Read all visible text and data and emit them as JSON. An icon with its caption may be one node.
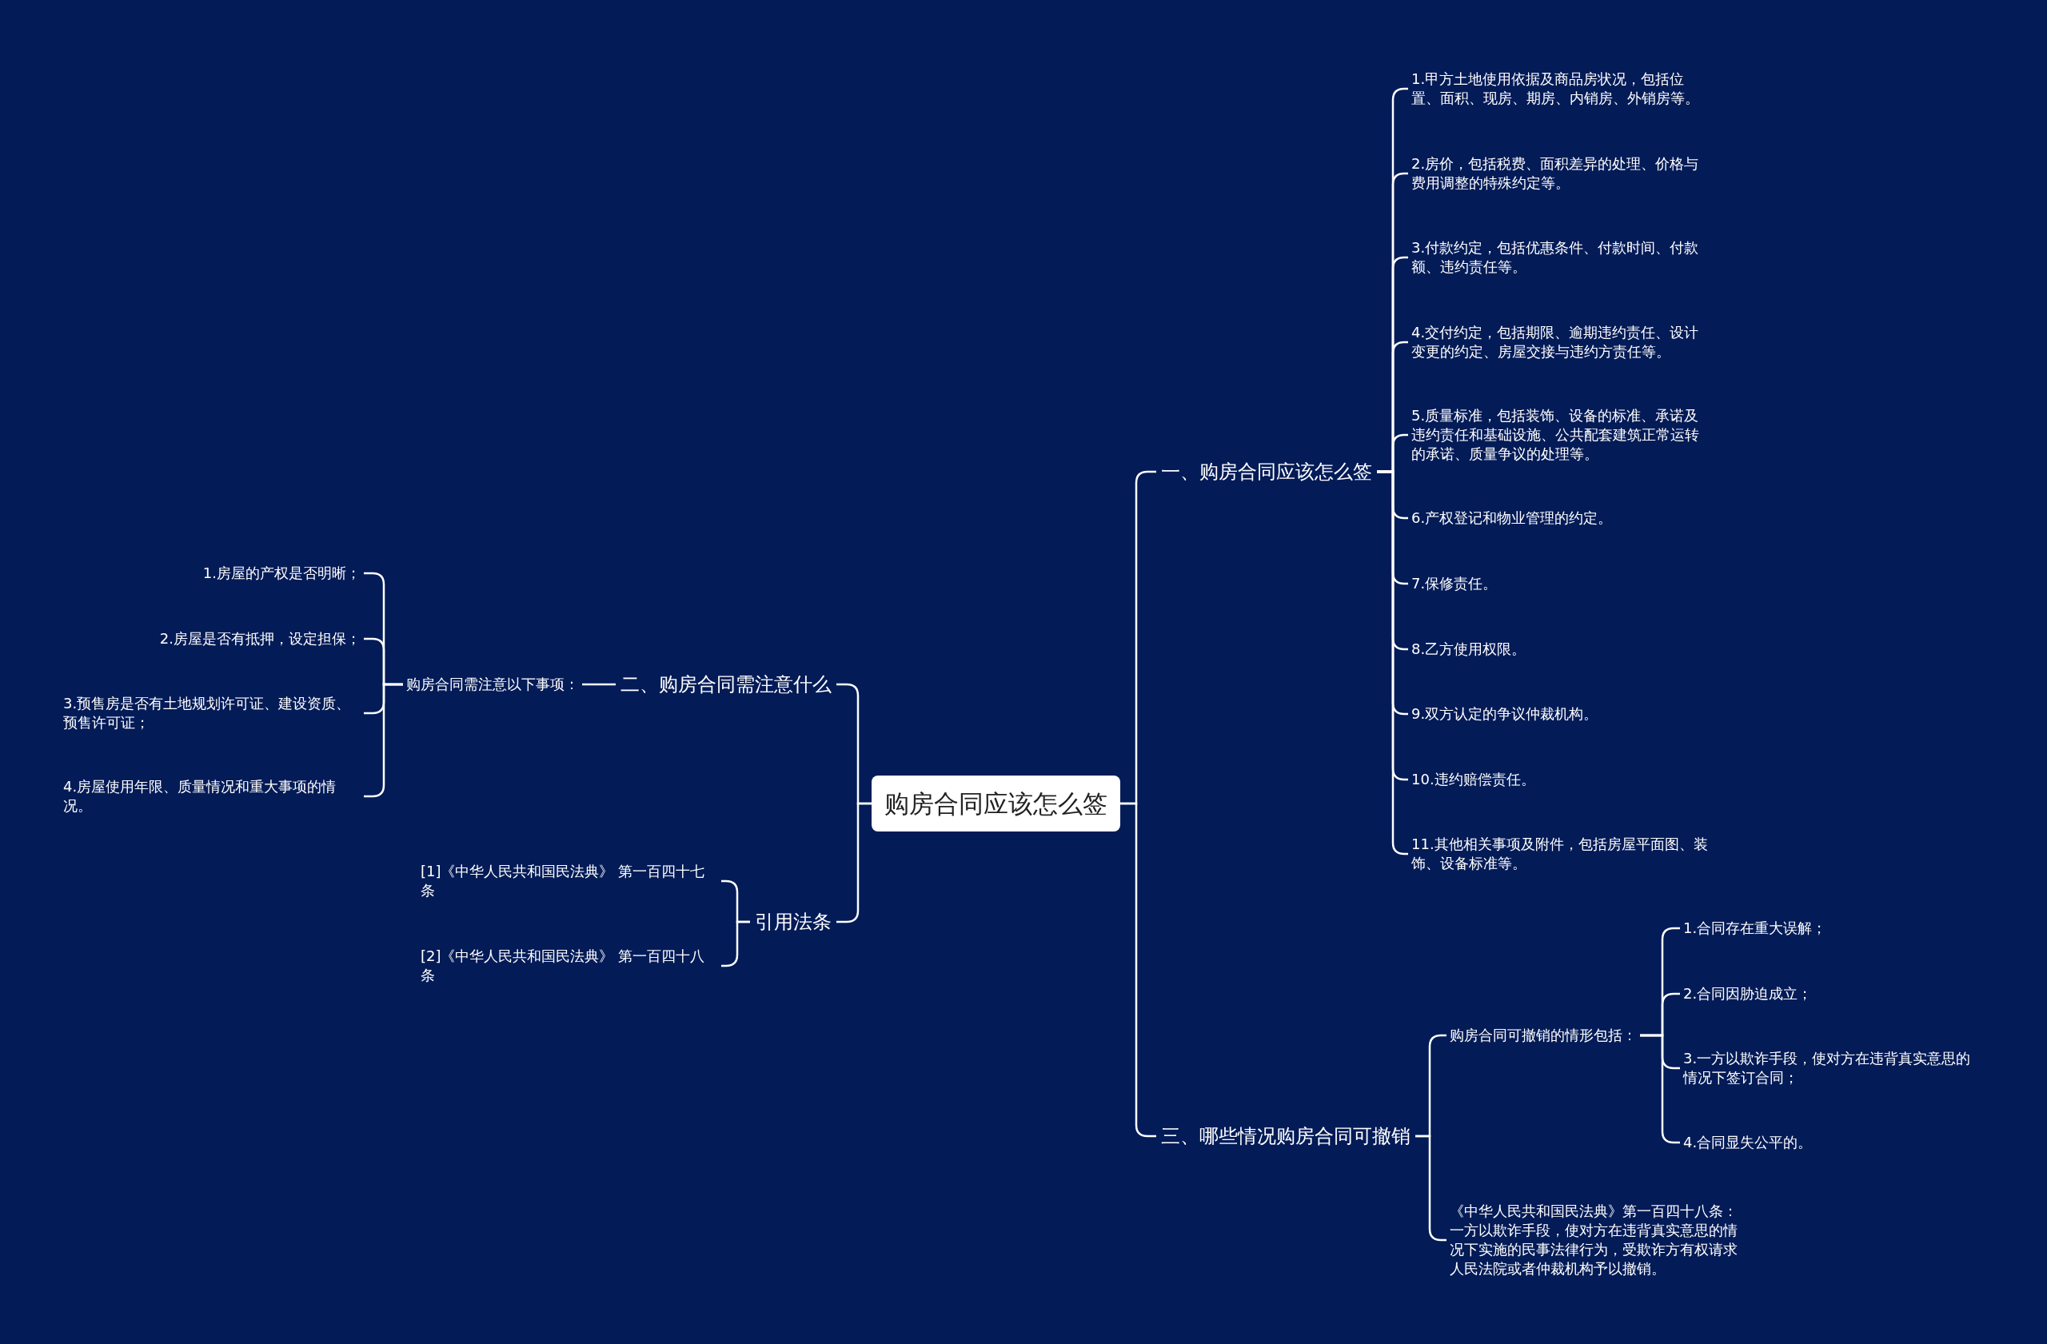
{
  "diagram": {
    "nodes": [
      {
        "text": [
          "购房合同应该怎么签"
        ]
      },
      {
        "text": [
          "一、购房合同应该怎么签"
        ]
      },
      {
        "text": [
          "1.甲方土地使用依据及商品房状况，包括位置、面积、现房、期房、内销房、外销房等。"
        ]
      },
      {
        "text": [
          "2.房价，包括税费、面积差异的处理、价格与费用调整的特殊约定等。"
        ]
      },
      {
        "text": [
          "3.付款约定，包括优惠条件、付款时间、付款额、违约责任等。"
        ]
      },
      {
        "text": [
          "4.交付约定，包括期限、逾期违约责任、设计变更的约定、房屋交接与违约方责任等。"
        ]
      },
      {
        "text": [
          "5.质量标准，包括装饰、设备的标准、承诺及违约责任和基础设施、公共配套建筑正常运转的承诺、质量争议的处理等。"
        ]
      },
      {
        "text": [
          "6.产权登记和物业管理的约定。"
        ]
      },
      {
        "text": [
          "7.保修责任。"
        ]
      },
      {
        "text": [
          "8.乙方使用权限。"
        ]
      },
      {
        "text": [
          "9.双方认定的争议仲裁机构。"
        ]
      },
      {
        "text": [
          "10.违约赔偿责任。"
        ]
      },
      {
        "text": [
          "11.其他相关事项及附件，包括房屋平面图、装饰、设备标准等。"
        ]
      },
      {
        "text": [
          "二、购房合同需注意什么"
        ]
      },
      {
        "text": [
          "购房合同需注意以下事项："
        ]
      },
      {
        "text": [
          "1.房屋的产权是否明晰；"
        ]
      },
      {
        "text": [
          "2.房屋是否有抵押，设定担保；"
        ]
      },
      {
        "text": [
          "3.预售房是否有土地规划许可证、建设资质、预售许可证；"
        ]
      },
      {
        "text": [
          "4.房屋使用年限、质量情况和重大事项的情况。"
        ]
      },
      {
        "text": [
          "引用法条"
        ]
      },
      {
        "text": [
          "[1]《中华人民共和国民法典》 第一百四十七条"
        ]
      },
      {
        "text": [
          "[2]《中华人民共和国民法典》 第一百四十八条"
        ]
      },
      {
        "text": [
          "三、哪些情况购房合同可撤销"
        ]
      },
      {
        "text": [
          "购房合同可撤销的情形包括："
        ]
      },
      {
        "text": [
          "1.合同存在重大误解；"
        ]
      },
      {
        "text": [
          "2.合同因胁迫成立；"
        ]
      },
      {
        "text": [
          "3.一方以欺诈手段，使对方在违背真实意思的情况下签订合同；"
        ]
      },
      {
        "text": [
          "4.合同显失公平的。"
        ]
      },
      {
        "text": [
          "《中华人民共和国民法典》第一百四十八条：一方以欺诈手段，使对方在违背真实意思的情况下实施的民事法律行为，受欺诈方有权请求人民法院或者仲裁机构予以撤销。"
        ]
      }
    ],
    "edges": [
      {
        "from": 0,
        "to": 1,
        "arrow": "none"
      },
      {
        "from": 1,
        "to": 2,
        "arrow": "none"
      },
      {
        "from": 1,
        "to": 3,
        "arrow": "none"
      },
      {
        "from": 1,
        "to": 4,
        "arrow": "none"
      },
      {
        "from": 1,
        "to": 5,
        "arrow": "none"
      },
      {
        "from": 1,
        "to": 6,
        "arrow": "none"
      },
      {
        "from": 1,
        "to": 7,
        "arrow": "none"
      },
      {
        "from": 1,
        "to": 8,
        "arrow": "none"
      },
      {
        "from": 1,
        "to": 9,
        "arrow": "none"
      },
      {
        "from": 1,
        "to": 10,
        "arrow": "none"
      },
      {
        "from": 1,
        "to": 11,
        "arrow": "none"
      },
      {
        "from": 1,
        "to": 12,
        "arrow": "none"
      },
      {
        "from": 0,
        "to": 13,
        "arrow": "none"
      },
      {
        "from": 13,
        "to": 14,
        "arrow": "none"
      },
      {
        "from": 14,
        "to": 15,
        "arrow": "none"
      },
      {
        "from": 14,
        "to": 16,
        "arrow": "none"
      },
      {
        "from": 14,
        "to": 17,
        "arrow": "none"
      },
      {
        "from": 14,
        "to": 18,
        "arrow": "none"
      },
      {
        "from": 0,
        "to": 19,
        "arrow": "none"
      },
      {
        "from": 19,
        "to": 20,
        "arrow": "none"
      },
      {
        "from": 19,
        "to": 21,
        "arrow": "none"
      },
      {
        "from": 0,
        "to": 22,
        "arrow": "none"
      },
      {
        "from": 22,
        "to": 23,
        "arrow": "none"
      },
      {
        "from": 23,
        "to": 24,
        "arrow": "none"
      },
      {
        "from": 23,
        "to": 25,
        "arrow": "none"
      },
      {
        "from": 23,
        "to": 26,
        "arrow": "none"
      },
      {
        "from": 23,
        "to": 27,
        "arrow": "none"
      },
      {
        "from": 22,
        "to": 28,
        "arrow": "none"
      }
    ]
  }
}
